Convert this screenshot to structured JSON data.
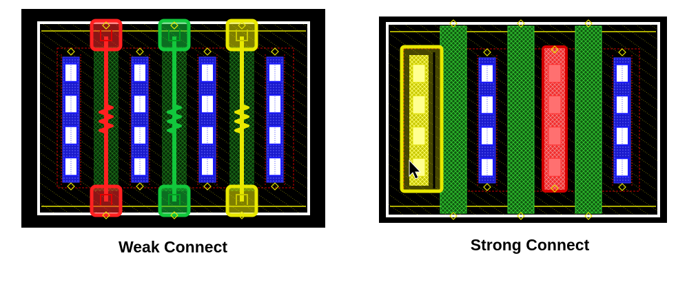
{
  "captions": {
    "left": "Weak Connect",
    "right": "Strong Connect"
  },
  "colors": {
    "background": "#000000",
    "frame": "#ffffff",
    "rail": "#e6e600",
    "diffusion_blue": "#1a1aff",
    "metal_red": "#e60000",
    "metal_green": "#00b400",
    "highlight_red": "#ff2020",
    "highlight_green": "#12c83c",
    "highlight_yellow": "#e8e800",
    "contact_white": "#ffffff"
  },
  "icons": [
    "resistor-zigzag-icon",
    "mouse-pointer-icon",
    "diamond-port-icon"
  ],
  "left_panel": {
    "highlighted_wires": [
      "red",
      "green",
      "yellow"
    ]
  },
  "right_panel": {
    "highlighted_regions": [
      "yellow",
      "red"
    ]
  }
}
